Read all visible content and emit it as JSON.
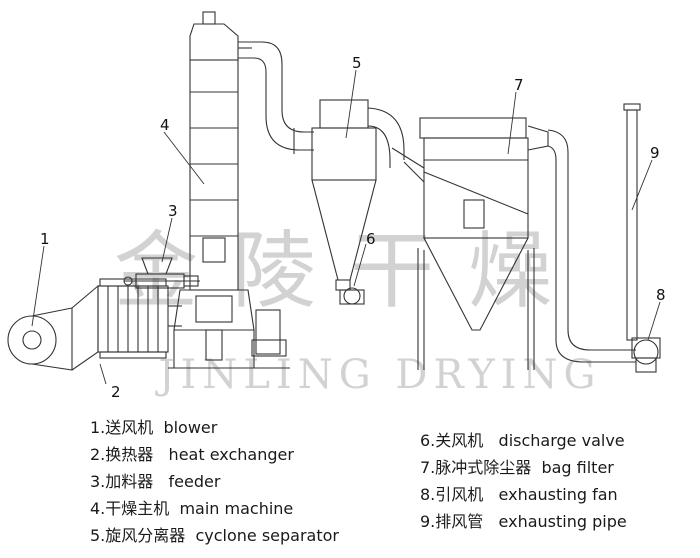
{
  "watermark": {
    "chinese": "金陵干燥",
    "latin": "JINLING DRYING"
  },
  "callouts": [
    "1",
    "2",
    "3",
    "4",
    "5",
    "6",
    "7",
    "8",
    "9"
  ],
  "legend_left": [
    {
      "cn": "1.送风机",
      "en": "blower"
    },
    {
      "cn": "2.换热器",
      "en": "heat exchanger"
    },
    {
      "cn": "3.加料器",
      "en": "feeder"
    },
    {
      "cn": "4.干燥主机",
      "en": "main machine"
    },
    {
      "cn": "5.旋风分离器",
      "en": "cyclone separator"
    }
  ],
  "legend_right": [
    {
      "cn": "6.关风机",
      "en": "discharge valve"
    },
    {
      "cn": "7.脉冲式除尘器",
      "en": "bag filter"
    },
    {
      "cn": "8.引风机",
      "en": "exhausting fan"
    },
    {
      "cn": "9.排风管",
      "en": "exhausting pipe"
    }
  ]
}
